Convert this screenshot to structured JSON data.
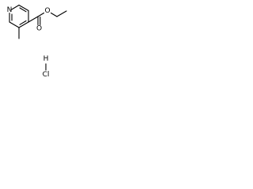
{
  "molecule": {
    "atoms": {
      "ring_nitrogen": "N",
      "ester_oxygen": "O",
      "carbonyl_oxygen": "O",
      "salt_hydrogen": "H",
      "salt_chlorine": "Cl"
    }
  }
}
